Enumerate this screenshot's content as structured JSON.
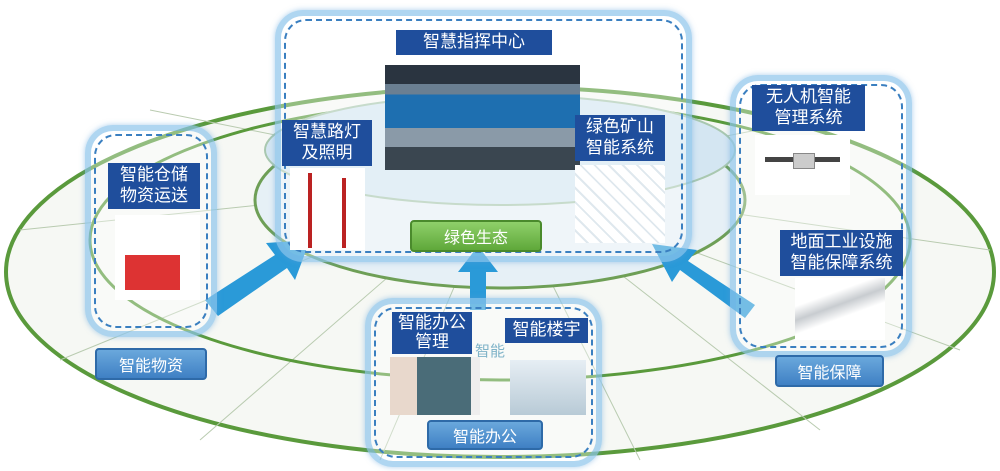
{
  "center": {
    "title": "智慧指挥中心",
    "ecology": "绿色生态"
  },
  "streetlight": {
    "label": "智慧路灯\n及照明"
  },
  "mine": {
    "label": "绿色矿山\n智能系统"
  },
  "materials": {
    "label": "智能仓储\n物资运送",
    "zone": "智能物资"
  },
  "security": {
    "drone_label": "无人机智能\n管理系统",
    "facility_label": "地面工业设施\n智能保障系统",
    "zone": "智能保障"
  },
  "office": {
    "management_label": "智能办公\n管理",
    "building_label": "智能楼宇",
    "faint_text": "智能",
    "zone": "智能办公"
  },
  "colors": {
    "label_bg": "#1f4e9c",
    "ring_green": "#5a9a3c",
    "arrow_blue": "#2a9ad8",
    "zone_blue": "#6eb4e6"
  }
}
